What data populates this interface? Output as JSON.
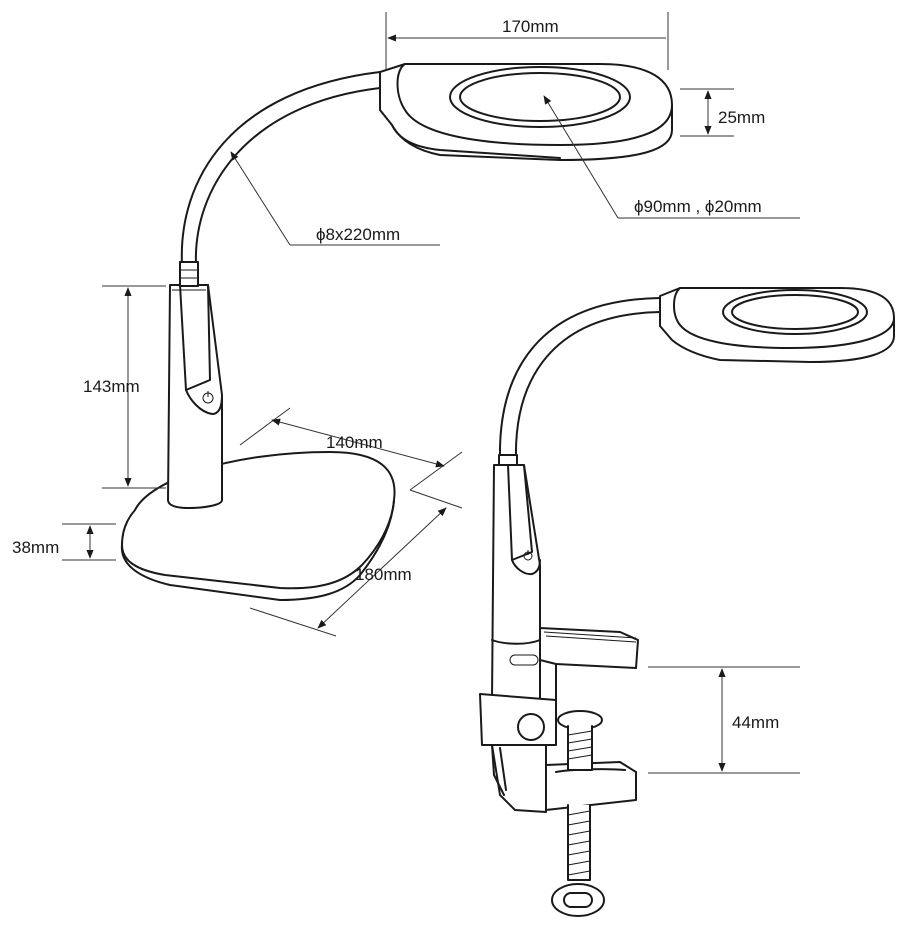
{
  "dimensions": {
    "width_170": "170mm",
    "height_25": "25mm",
    "lens": "ϕ90mm , ϕ20mm",
    "gooseneck": "ϕ8x220mm",
    "stand_143": "143mm",
    "base_140": "140mm",
    "base_180": "180mm",
    "base_38": "38mm",
    "clamp_44": "44mm"
  },
  "parts": [
    "desk-lamp",
    "clamp-lamp"
  ]
}
